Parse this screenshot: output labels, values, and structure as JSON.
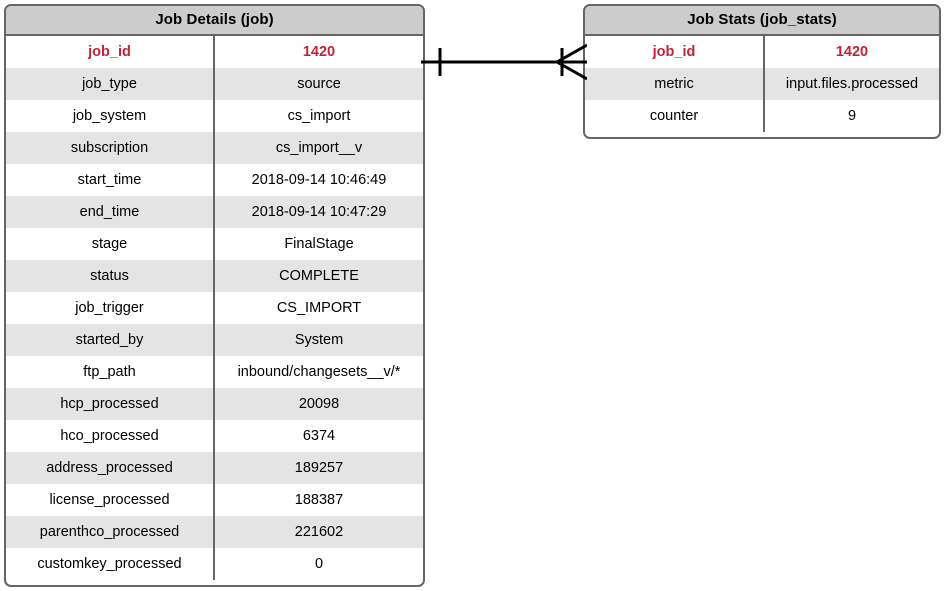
{
  "diagram": {
    "type": "entity-relationship",
    "entities": [
      {
        "title": "Job Details (job)",
        "rows": [
          {
            "name": "job_id",
            "value": "1420",
            "key": true
          },
          {
            "name": "job_type",
            "value": "source",
            "key": false
          },
          {
            "name": "job_system",
            "value": "cs_import",
            "key": false
          },
          {
            "name": "subscription",
            "value": "cs_import__v",
            "key": false
          },
          {
            "name": "start_time",
            "value": "2018-09-14 10:46:49",
            "key": false
          },
          {
            "name": "end_time",
            "value": "2018-09-14 10:47:29",
            "key": false
          },
          {
            "name": "stage",
            "value": "FinalStage",
            "key": false
          },
          {
            "name": "status",
            "value": "COMPLETE",
            "key": false
          },
          {
            "name": "job_trigger",
            "value": "CS_IMPORT",
            "key": false
          },
          {
            "name": "started_by",
            "value": "System",
            "key": false
          },
          {
            "name": "ftp_path",
            "value": "inbound/changesets__v/*",
            "key": false
          },
          {
            "name": "hcp_processed",
            "value": "20098",
            "key": false
          },
          {
            "name": "hco_processed",
            "value": "6374",
            "key": false
          },
          {
            "name": "address_processed",
            "value": "189257",
            "key": false
          },
          {
            "name": "license_processed",
            "value": "188387",
            "key": false
          },
          {
            "name": "parenthco_processed",
            "value": "221602",
            "key": false
          },
          {
            "name": "customkey_processed",
            "value": "0",
            "key": false
          }
        ]
      },
      {
        "title": "Job Stats (job_stats)",
        "rows": [
          {
            "name": "job_id",
            "value": "1420",
            "key": true
          },
          {
            "name": "metric",
            "value": "input.files.processed",
            "key": false
          },
          {
            "name": "counter",
            "value": "9",
            "key": false
          }
        ]
      }
    ],
    "relationship": {
      "from": "Job Details (job)",
      "to": "Job Stats (job_stats)",
      "from_cardinality": "one",
      "to_cardinality": "many",
      "notation": "crows-foot"
    },
    "colors": {
      "header_fill": "#cccccc",
      "border": "#666666",
      "stripe_fill": "#e4e4e4",
      "row_fill": "#ffffff",
      "key_text": "#bf2436",
      "text": "#000000",
      "connector": "#000000"
    }
  }
}
